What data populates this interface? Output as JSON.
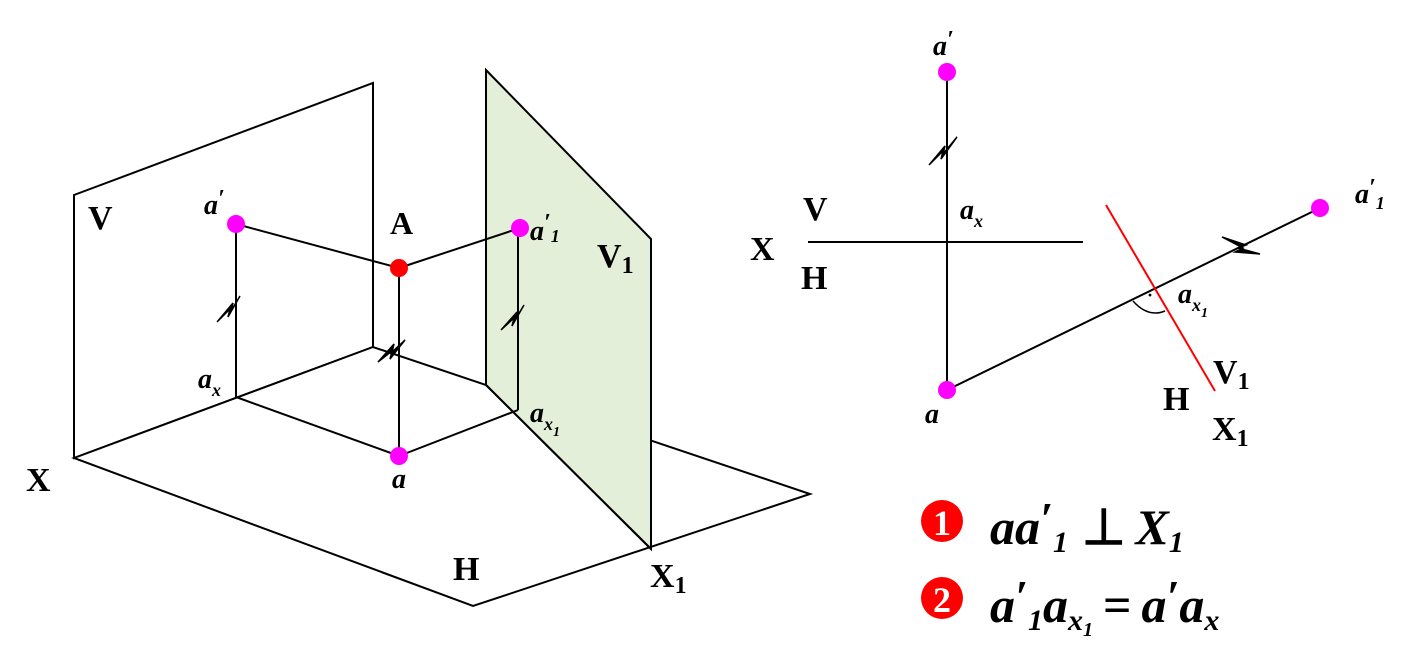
{
  "colors": {
    "point_projection": "#ff00ff",
    "point_space": "#ff0000",
    "plane_v1_fill": "#e3efd8",
    "new_axis_line": "#ff0000",
    "badge": "#ff0000",
    "line": "#000000"
  },
  "left_figure": {
    "plane_v_label": "V",
    "plane_h_label": "H",
    "plane_v1_label": "V",
    "plane_v1_sub": "1",
    "axis_x_label": "X",
    "axis_x1_label": "X",
    "axis_x1_sub": "1",
    "point_space_label": "A",
    "proj_v_label": "a",
    "proj_v_prime": "′",
    "proj_v1_label": "a",
    "proj_v1_prime": "′",
    "proj_v1_sub": "1",
    "proj_h_label": "a",
    "ax_label": "a",
    "ax_sub": "x",
    "ax1_label": "a",
    "ax1_sub": "x",
    "ax1_subsub": "1"
  },
  "right_figure": {
    "axis_x_label": "X",
    "upper_v_label": "V",
    "lower_h_label": "H",
    "proj_v_label": "a",
    "proj_v_prime": "′",
    "ax_label": "a",
    "ax_sub": "x",
    "proj_h_label": "a",
    "proj_v1_label": "a",
    "proj_v1_prime": "′",
    "proj_v1_sub": "1",
    "ax1_label": "a",
    "ax1_sub": "x",
    "ax1_subsub": "1",
    "right_angle_mark": "·",
    "new_v1_label": "V",
    "new_v1_sub": "1",
    "new_h_label": "H",
    "new_x1_label": "X",
    "new_x1_sub": "1"
  },
  "rules": [
    {
      "badge": "1",
      "lhs": "aa",
      "prime": "′",
      "sub": "1",
      "op": "⊥",
      "rhs": "X",
      "rhs_sub": "1"
    },
    {
      "badge": "2",
      "lhs": "a",
      "lhs_prime": "′",
      "lhs_sub": "1",
      "lhs2": "a",
      "lhs2_sub": "x",
      "lhs2_subsub": "1",
      "op": "=",
      "rhs": "a",
      "rhs_prime": "′",
      "rhs2": "a",
      "rhs2_sub": "x"
    }
  ]
}
